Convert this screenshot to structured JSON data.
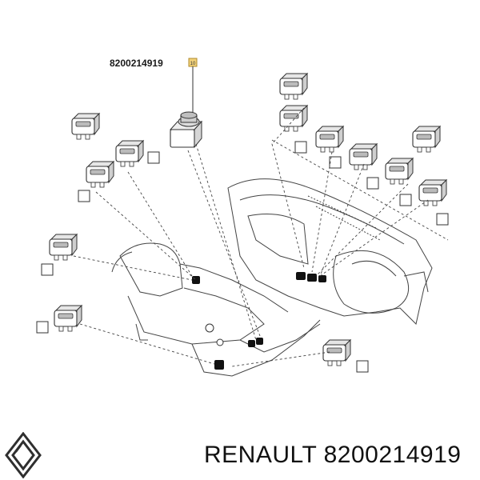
{
  "diagram": {
    "part_number_label": "8200214919",
    "callout_marker": "10",
    "colors": {
      "line": "#333333",
      "callout_fill": "#f2d27a",
      "callout_stroke": "#b08a2a"
    }
  },
  "footer": {
    "brand_text": "RENAULT 8200214919",
    "logo": "renault-logo"
  }
}
